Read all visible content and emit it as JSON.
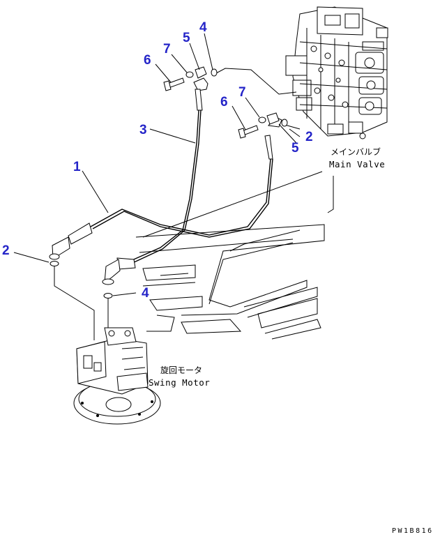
{
  "callouts": [
    {
      "id": "c1",
      "text": "1"
    },
    {
      "id": "c2a",
      "text": "2"
    },
    {
      "id": "c2b",
      "text": "2"
    },
    {
      "id": "c3",
      "text": "3"
    },
    {
      "id": "c4a",
      "text": "4"
    },
    {
      "id": "c4b",
      "text": "4"
    },
    {
      "id": "c5a",
      "text": "5"
    },
    {
      "id": "c5b",
      "text": "5"
    },
    {
      "id": "c6a",
      "text": "6"
    },
    {
      "id": "c6b",
      "text": "6"
    },
    {
      "id": "c7a",
      "text": "7"
    },
    {
      "id": "c7b",
      "text": "7"
    }
  ],
  "labels": {
    "main_valve_jp": "メインバルブ",
    "main_valve_en": "Main Valve",
    "swing_motor_jp": "旋回モータ",
    "swing_motor_en": "Swing Motor"
  },
  "drawing_number": "PW1B816",
  "colors": {
    "callout": "#2424c8",
    "linework": "#000000",
    "background": "#ffffff"
  }
}
